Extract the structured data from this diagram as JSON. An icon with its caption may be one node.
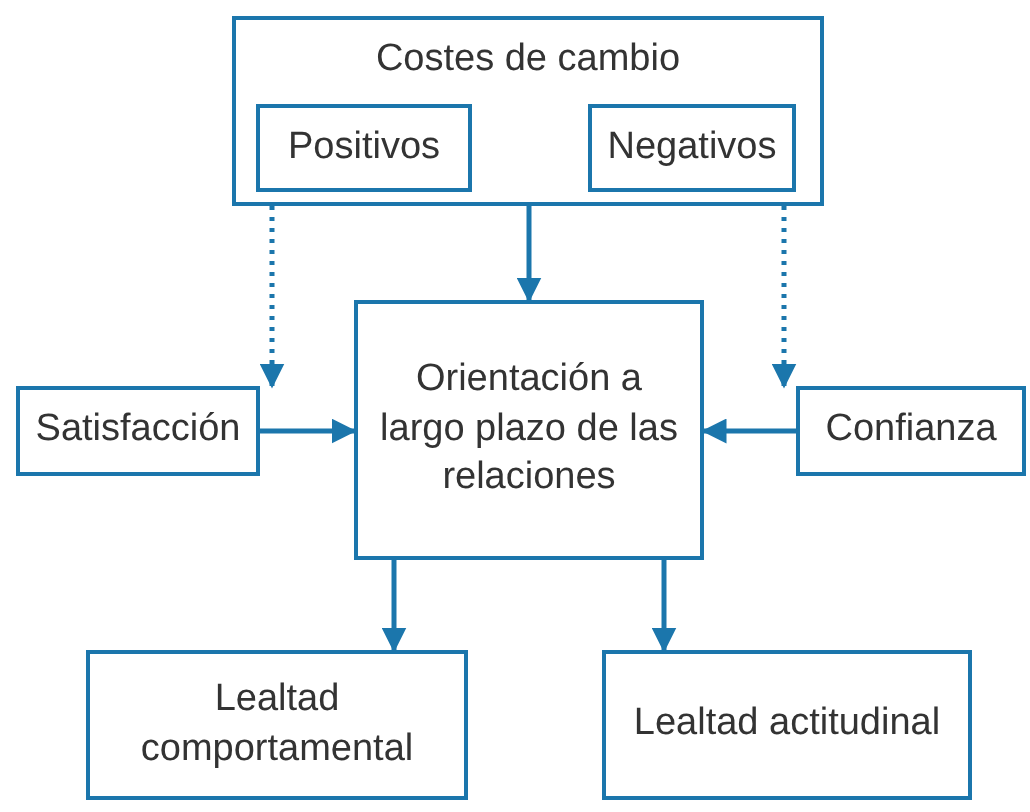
{
  "diagram": {
    "nodes": [
      {
        "text": [
          "Costes de cambio"
        ]
      },
      {
        "text": [
          "Positivos"
        ],
        "in": 0
      },
      {
        "text": [
          "Negativos"
        ],
        "in": 0
      },
      {
        "text": [
          "Orientación a largo plazo de las relaciones"
        ]
      },
      {
        "text": [
          "Satisfacción"
        ]
      },
      {
        "text": [
          "Confianza"
        ]
      },
      {
        "text": [
          "Lealtad comportamental"
        ]
      },
      {
        "text": [
          "Lealtad actitudinal"
        ]
      }
    ],
    "edges": [
      {
        "from": 0,
        "to": 3,
        "arrow": "to"
      },
      {
        "from": 0,
        "to": 4,
        "arrow": "to",
        "style": "dashed"
      },
      {
        "from": 0,
        "to": 5,
        "arrow": "to",
        "style": "dashed"
      },
      {
        "from": 4,
        "to": 3,
        "arrow": "to"
      },
      {
        "from": 5,
        "to": 3,
        "arrow": "to"
      },
      {
        "from": 3,
        "to": 6,
        "arrow": "to"
      },
      {
        "from": 3,
        "to": 7,
        "arrow": "to"
      }
    ]
  }
}
